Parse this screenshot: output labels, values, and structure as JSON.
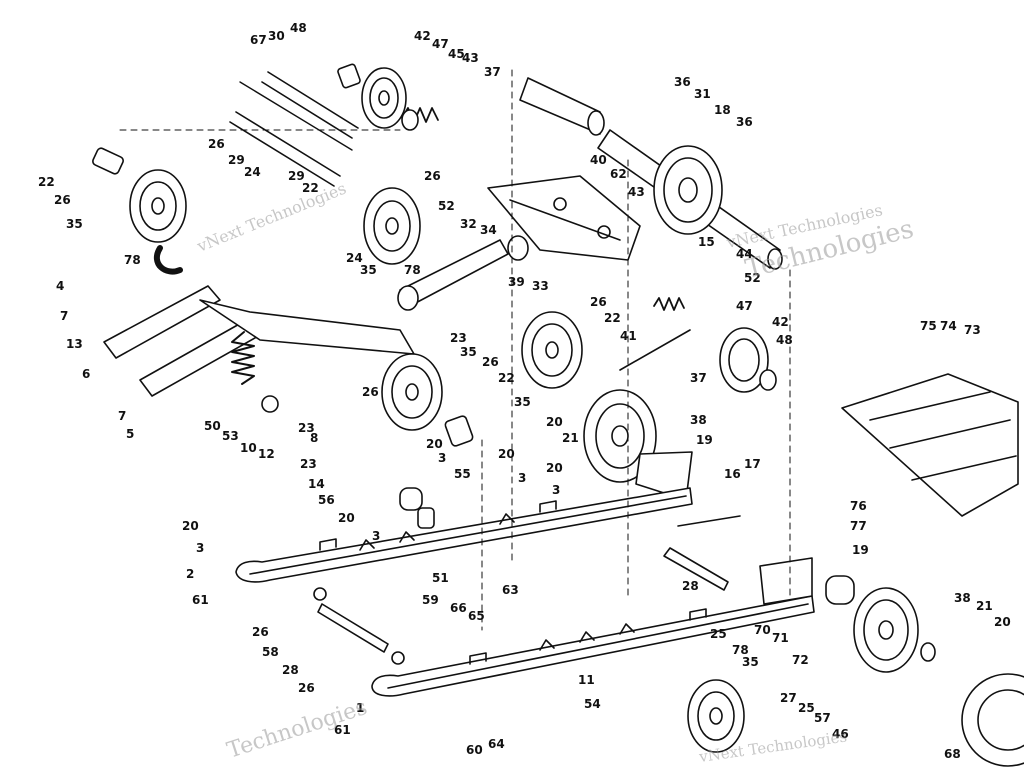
{
  "watermark": {
    "primary": "vNext Technologies",
    "large": "Technologies"
  },
  "callouts": [
    "1",
    "2",
    "3",
    "4",
    "5",
    "6",
    "7",
    "8",
    "10",
    "11",
    "12",
    "13",
    "14",
    "15",
    "16",
    "17",
    "18",
    "19",
    "20",
    "21",
    "22",
    "23",
    "24",
    "25",
    "26",
    "27",
    "28",
    "29",
    "30",
    "31",
    "32",
    "33",
    "34",
    "35",
    "36",
    "37",
    "38",
    "39",
    "40",
    "41",
    "42",
    "43",
    "44",
    "45",
    "46",
    "47",
    "48",
    "50",
    "51",
    "52",
    "53",
    "54",
    "55",
    "56",
    "57",
    "58",
    "59",
    "60",
    "61",
    "62",
    "63",
    "64",
    "65",
    "66",
    "67",
    "68",
    "70",
    "71",
    "72",
    "73",
    "74",
    "75",
    "76",
    "77",
    "78"
  ],
  "colors": {
    "ink": "#111111",
    "paper": "#ffffff",
    "watermark": "#9a9a9a"
  }
}
